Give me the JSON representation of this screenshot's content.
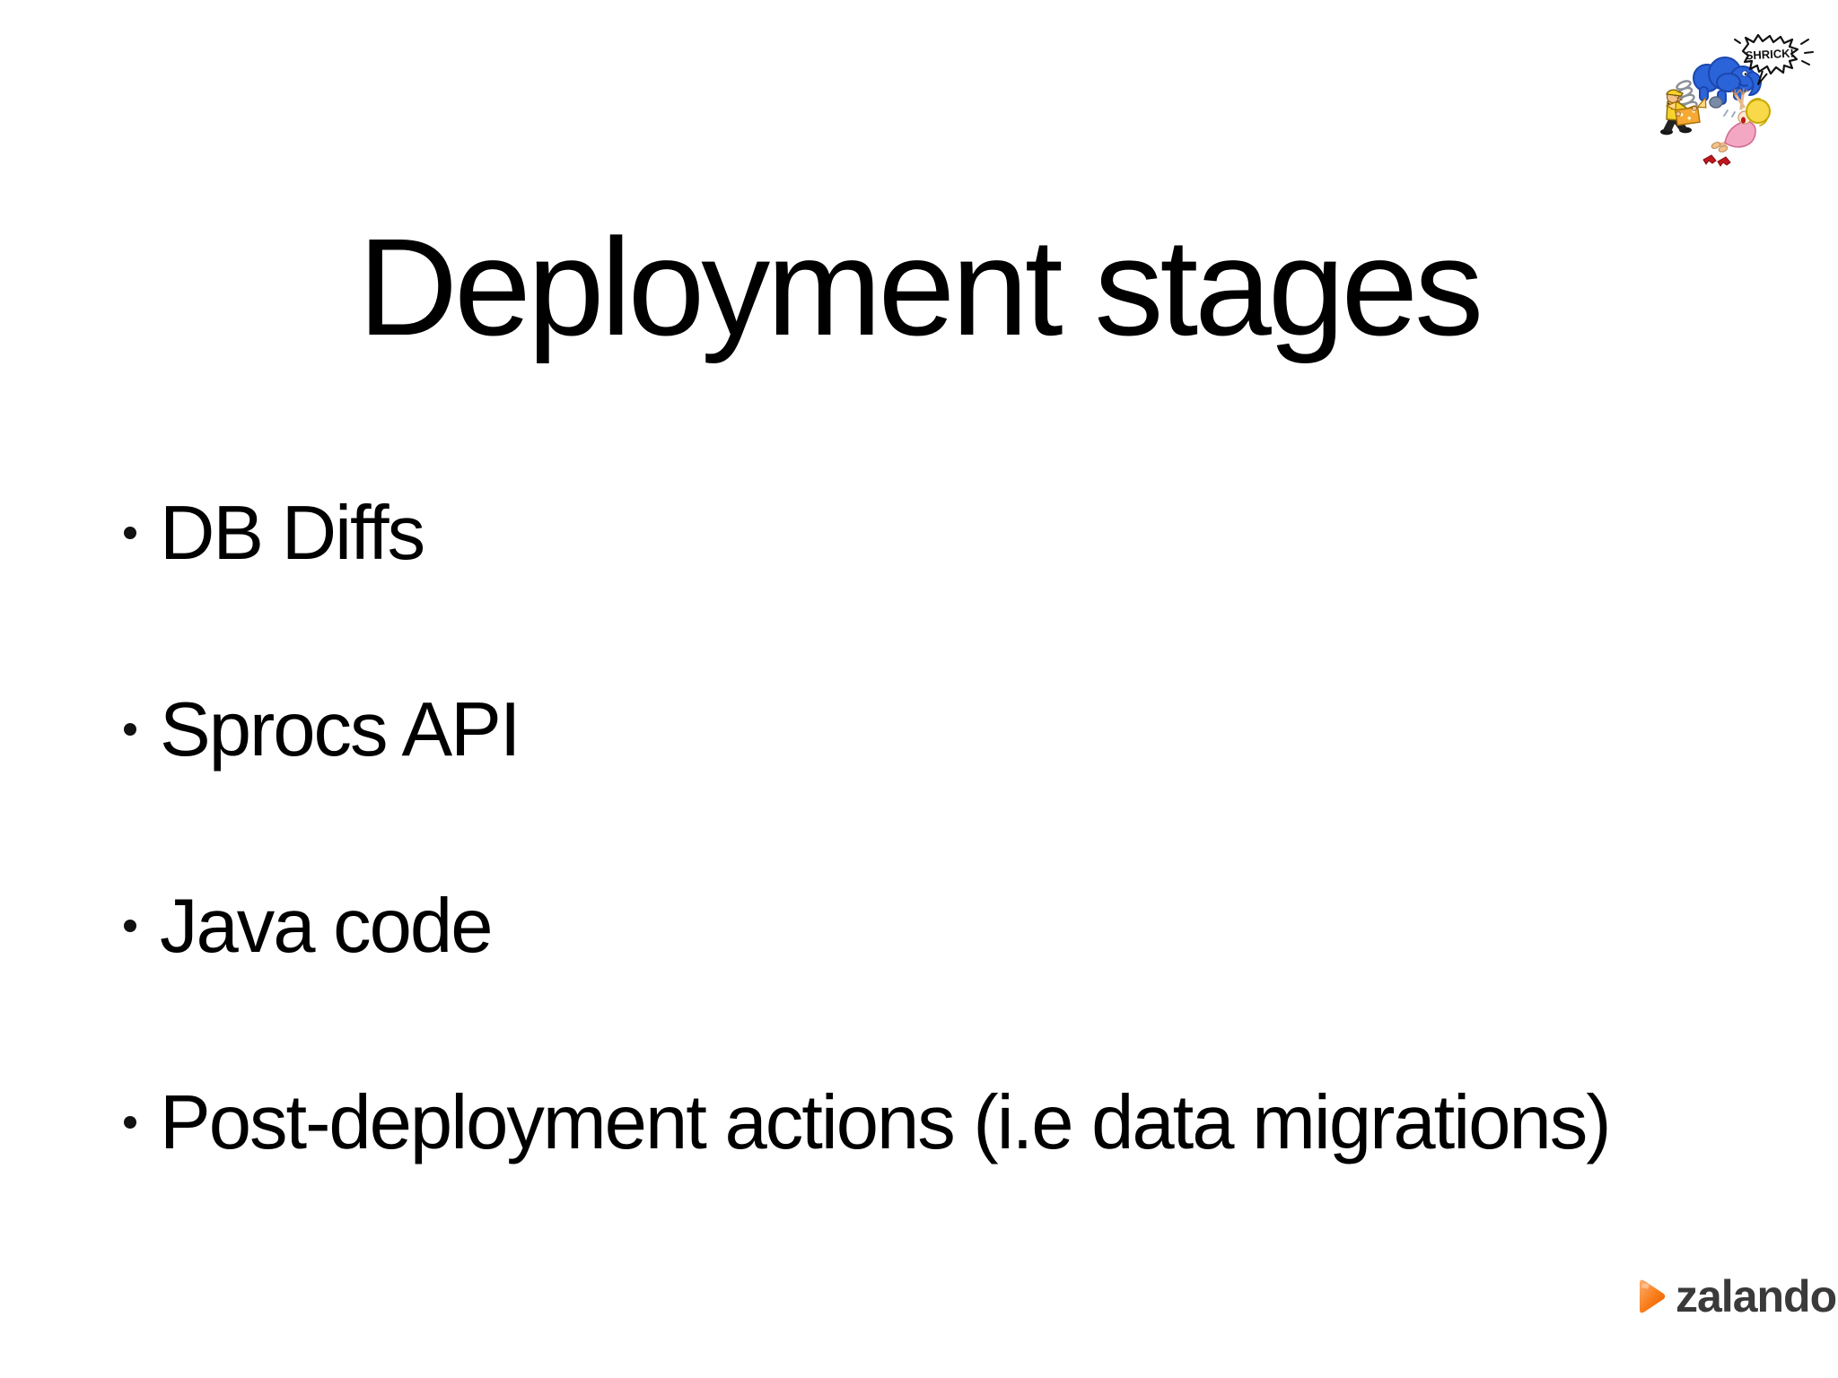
{
  "slide": {
    "title": "Deployment stages",
    "bullets": [
      "DB Diffs",
      "Sprocs API",
      "Java code",
      "Post-deployment actions (i.e data migrations)"
    ]
  },
  "cartoon": {
    "description": "man with jack-in-the-box releasing spring-loaded blue elephant, woman screaming and falling, shoes flying off",
    "speech_bubble_text": "SHRICK!"
  },
  "footer": {
    "brand_name": "zalando"
  },
  "colors": {
    "background": "#ffffff",
    "text": "#000000",
    "zalando_orange": "#f56a00",
    "brand_text": "#3a3a3a",
    "elephant_blue": "#2b63d9"
  }
}
